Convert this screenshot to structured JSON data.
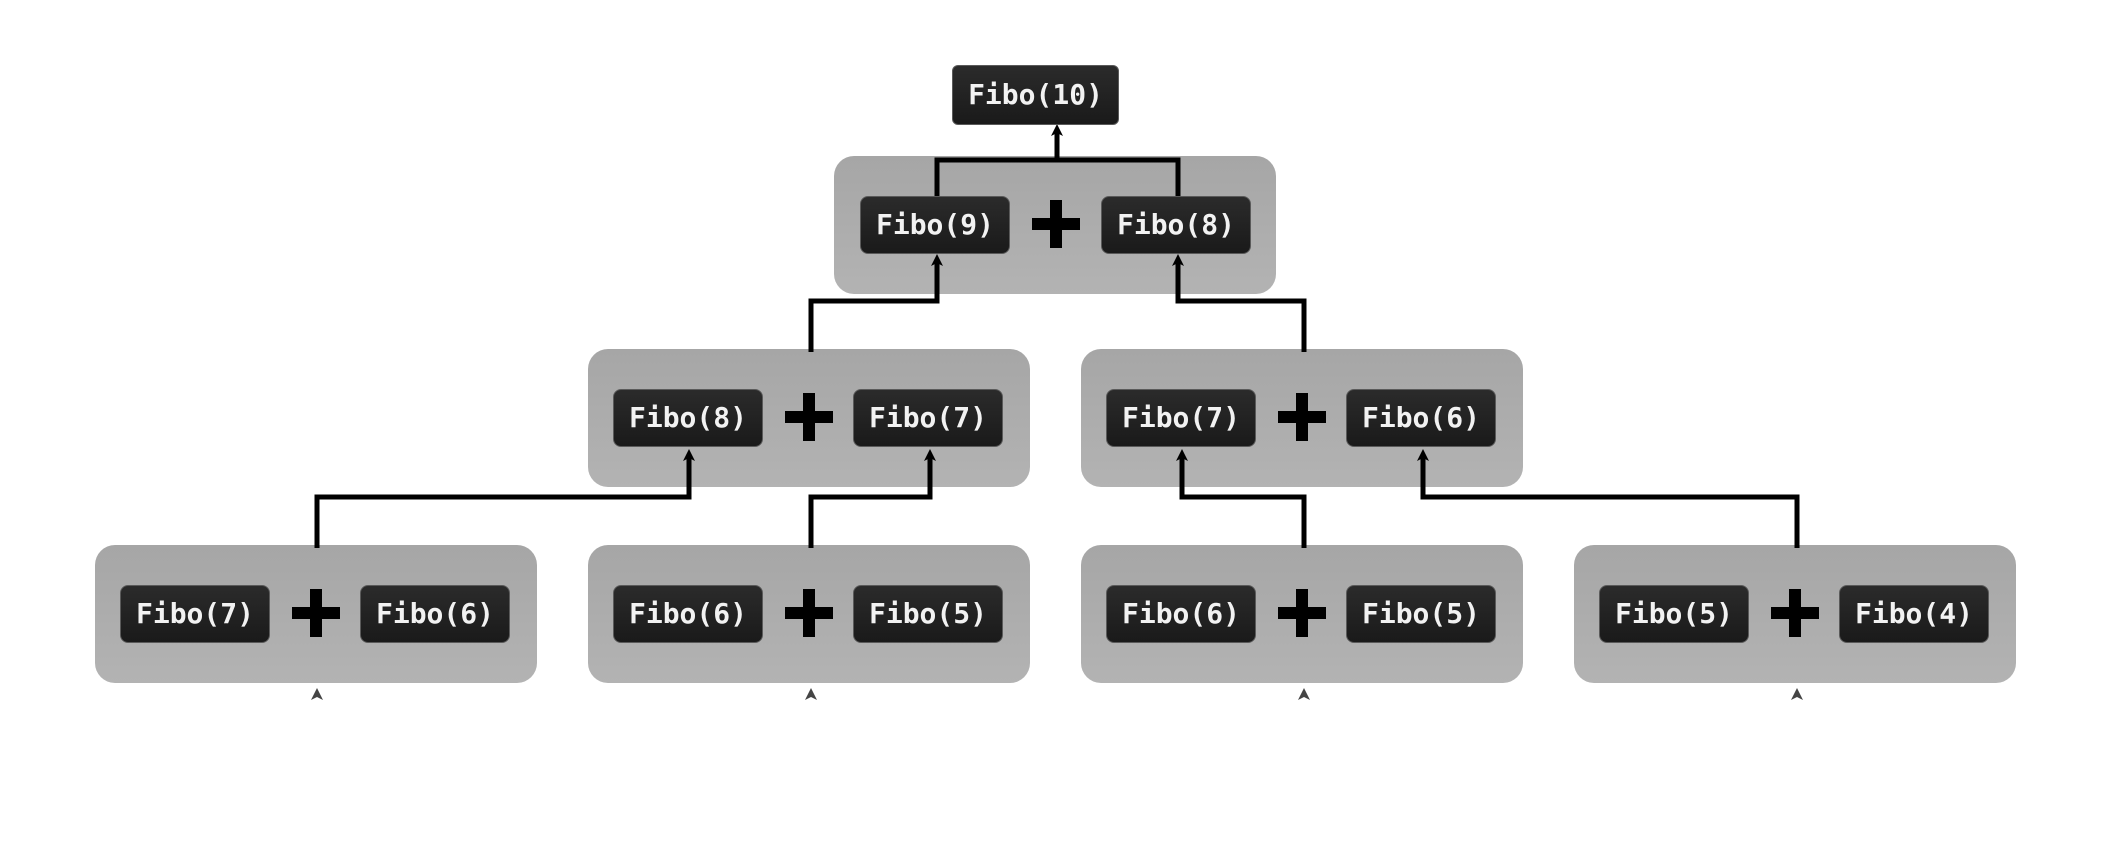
{
  "root": {
    "label": "Fibo(10)"
  },
  "level1": [
    {
      "left": "Fibo(9)",
      "right": "Fibo(8)"
    }
  ],
  "level2": [
    {
      "left": "Fibo(8)",
      "right": "Fibo(7)"
    },
    {
      "left": "Fibo(7)",
      "right": "Fibo(6)"
    }
  ],
  "level3": [
    {
      "left": "Fibo(7)",
      "right": "Fibo(6)"
    },
    {
      "left": "Fibo(6)",
      "right": "Fibo(5)"
    },
    {
      "left": "Fibo(6)",
      "right": "Fibo(5)"
    },
    {
      "left": "Fibo(5)",
      "right": "Fibo(4)"
    }
  ],
  "operator_icon": "plus-icon",
  "colors": {
    "background": "#ffffff",
    "group_fill": "#adadad",
    "node_fill": "#222222",
    "node_text": "#f2f2f2",
    "connector": "#000000",
    "incoming_arrow": "#444444"
  }
}
